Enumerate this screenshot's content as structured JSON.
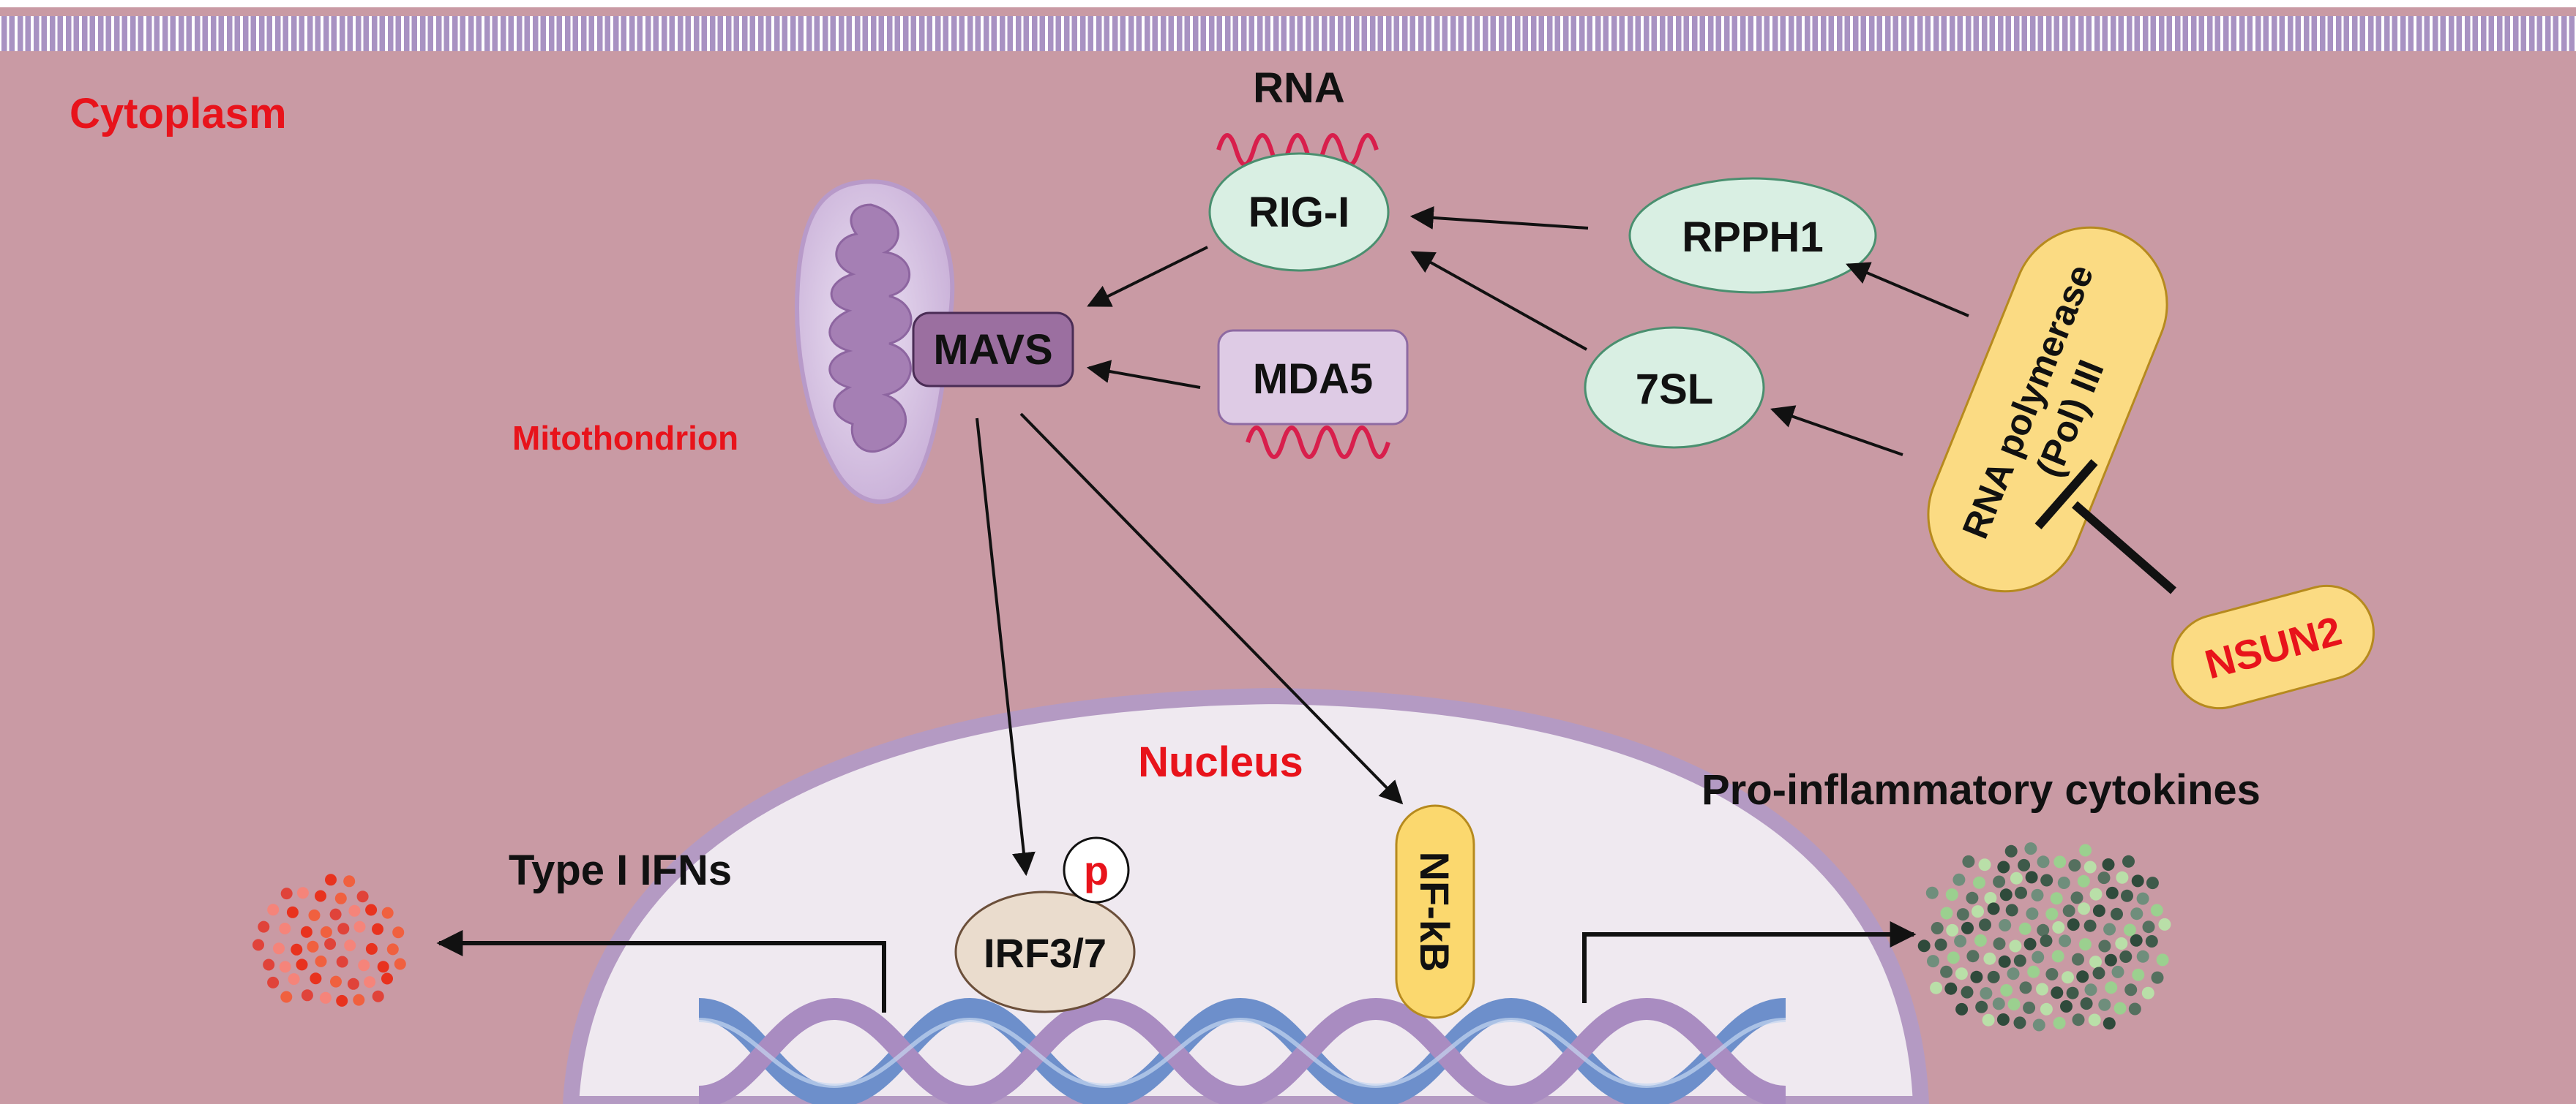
{
  "labels": {
    "cytoplasm": "Cytoplasm",
    "mitochondrion": "Mitothondrion",
    "nucleus": "Nucleus",
    "rna": "RNA",
    "type1_ifns": "Type I IFNs",
    "pro_inflammatory": "Pro-inflammatory cytokines"
  },
  "nodes": {
    "rig_i": "RIG-I",
    "mavs": "MAVS",
    "mda5": "MDA5",
    "rpph1": "RPPH1",
    "seven_sl": "7SL",
    "pol3_line1": "RNA polymerase",
    "pol3_line2": "(Pol) III",
    "nsun2": "NSUN2",
    "irf": "IRF3/7",
    "phospho": "p",
    "nfkb": "NF-kB"
  },
  "colors": {
    "background": "#c99aa4",
    "membrane_stripe": "#a892c2",
    "red_label": "#e8131b",
    "node_green": "#d9efe3",
    "node_purple": "#decbe5",
    "mavs_fill": "#9b6fa0",
    "pol3_fill": "#fbdb83",
    "nucleus_fill": "#efe9f0",
    "nucleus_border": "#b49ac3",
    "irf_fill": "#eadccd",
    "nfkb_fill": "#fbd86e",
    "dna_blue": "#6d8fcb",
    "dna_purple": "#a98cc1",
    "rna_wave": "#d81f4c"
  }
}
